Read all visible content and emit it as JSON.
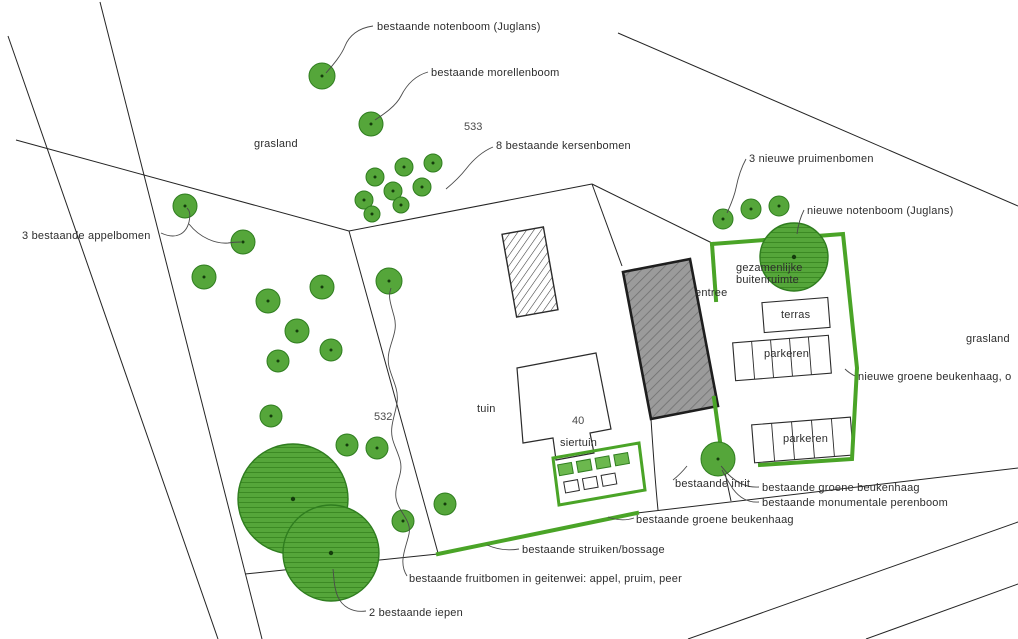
{
  "labels": {
    "notenboom": "bestaande notenboom (Juglans)",
    "morellenboom": "bestaande morellenboom",
    "parcel533": "533",
    "kersenbomen": "8 bestaande kersenbomen",
    "graslandLeft": "grasland",
    "pruimenbomen": "3 nieuwe pruimenbomen",
    "nieuweNotenboom": "nieuwe notenboom (Juglans)",
    "appelbomen": "3 bestaande appelbomen",
    "gezamenlijke1": "gezamenlijke",
    "gezamenlijke2": "buitenruimte",
    "entree": "entree",
    "terras": "terras",
    "graslandRight": "grasland",
    "parkeren1": "parkeren",
    "nieuweBeukenhaag": "nieuwe groene beukenhaag, o",
    "parcel532": "532",
    "tuin": "tuin",
    "huisnummer": "40",
    "siertuin": "siertuin",
    "parkeren2": "parkeren",
    "inrit": "bestaande inrit",
    "bestaandeBeukenhaagRight": "bestaande groene beukenhaag",
    "perenboom": "bestaande monumentale perenboom",
    "bestaandeBeukenhaagBottom": "bestaande groene beukenhaag",
    "struiken": "bestaande struiken/bossage",
    "fruitbomen": "bestaande fruitbomen in geitenwei: appel, pruim, peer",
    "iepen": "2 bestaande iepen"
  },
  "colors": {
    "tree_fill": "#55a63a",
    "tree_stroke": "#2f7d1f",
    "tree_dot": "#143c0c",
    "hedge_green": "#4aa427",
    "building_gray": "#9b9b9b",
    "line_black": "#242424"
  },
  "trees": {
    "small": [
      [
        322,
        76,
        13
      ],
      [
        371,
        124,
        12
      ],
      [
        375,
        177,
        9
      ],
      [
        404,
        167,
        9
      ],
      [
        433,
        163,
        9
      ],
      [
        364,
        200,
        9
      ],
      [
        393,
        191,
        9
      ],
      [
        422,
        187,
        9
      ],
      [
        372,
        214,
        8
      ],
      [
        401,
        205,
        8
      ],
      [
        185,
        206,
        12
      ],
      [
        243,
        242,
        12
      ],
      [
        204,
        277,
        12
      ],
      [
        389,
        281,
        13
      ],
      [
        268,
        301,
        12
      ],
      [
        322,
        287,
        12
      ],
      [
        297,
        331,
        12
      ],
      [
        331,
        350,
        11
      ],
      [
        278,
        361,
        11
      ],
      [
        271,
        416,
        11
      ],
      [
        347,
        445,
        11
      ],
      [
        377,
        448,
        11
      ],
      [
        445,
        504,
        11
      ],
      [
        403,
        521,
        11
      ],
      [
        723,
        219,
        10
      ],
      [
        751,
        209,
        10
      ],
      [
        779,
        206,
        10
      ],
      [
        718,
        459,
        17
      ]
    ],
    "large": [
      [
        293,
        499,
        55
      ],
      [
        331,
        553,
        48
      ],
      [
        794,
        257,
        34
      ]
    ]
  }
}
